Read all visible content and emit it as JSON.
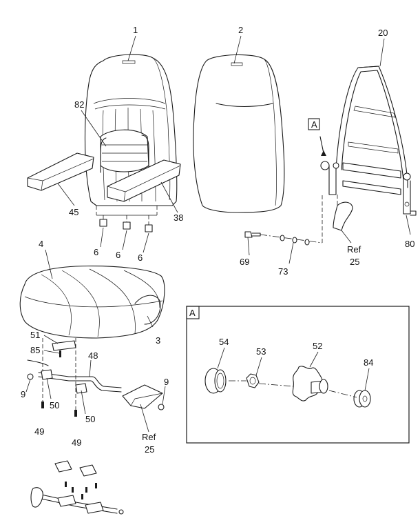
{
  "callouts": {
    "c1": "1",
    "c2": "2",
    "c20": "20",
    "c82": "82",
    "c45": "45",
    "c38": "38",
    "c6a": "6",
    "c6b": "6",
    "c6c": "6",
    "c4": "4",
    "c3": "3",
    "c51": "51",
    "c85": "85",
    "c48": "48",
    "c9a": "9",
    "c9b": "9",
    "c50a": "50",
    "c50b": "50",
    "c49a": "49",
    "c49b": "49",
    "c69": "69",
    "c73": "73",
    "c80": "80",
    "ref25a_ref": "Ref",
    "ref25a_num": "25",
    "ref25b_ref": "Ref",
    "ref25b_num": "25"
  },
  "detail_view": {
    "flag_label": "A",
    "box_label": "A",
    "parts": {
      "c54": "54",
      "c53": "53",
      "c52": "52",
      "c84": "84"
    }
  }
}
